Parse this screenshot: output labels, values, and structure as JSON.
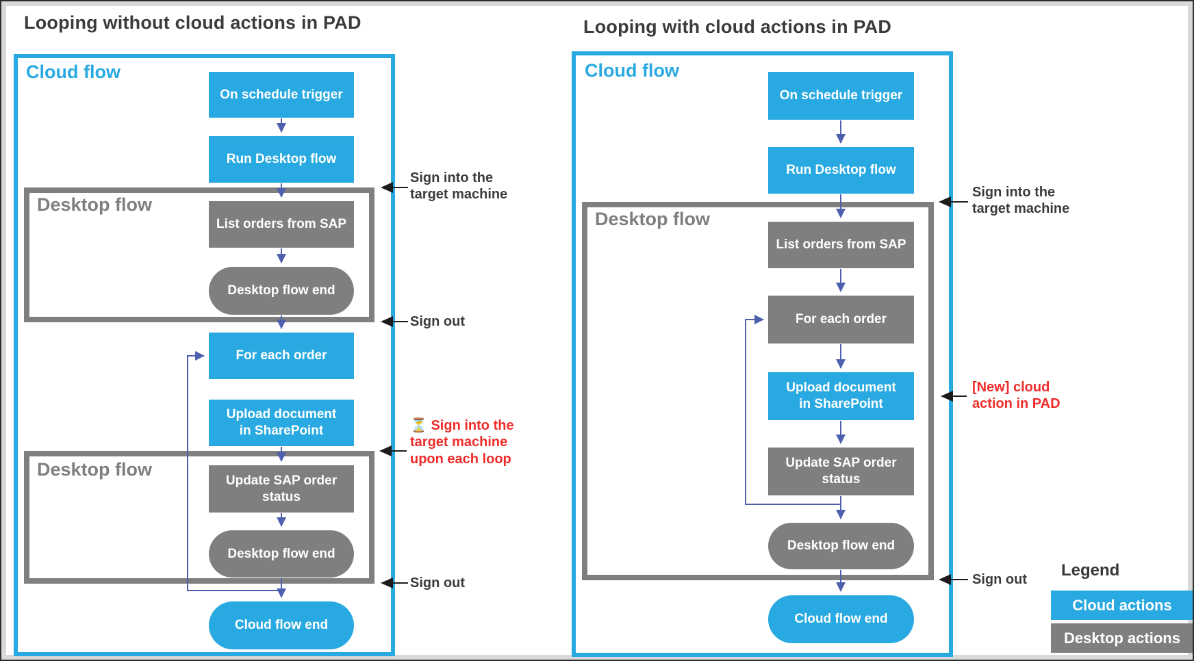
{
  "colors": {
    "cloud_blue": "#29a9e1",
    "desktop_gray": "#7f7f7f",
    "flow_arrow": "#4e5fae",
    "annotation_text": "#3b3b3b",
    "warning_red": "#ef2c2a"
  },
  "left": {
    "title": "Looping without cloud actions in PAD",
    "cloud_label": "Cloud flow",
    "desktop_label_top": "Desktop flow",
    "desktop_label_bottom": "Desktop flow",
    "nodes": {
      "on_schedule": "On schedule trigger",
      "run_desktop": "Run Desktop flow",
      "list_orders": "List orders from SAP",
      "desktop_end_1": "Desktop flow end",
      "for_each": "For each order",
      "upload_doc": "Upload document\nin SharePoint",
      "update_sap": "Update SAP order\nstatus",
      "desktop_end_2": "Desktop flow end",
      "cloud_end": "Cloud flow end"
    },
    "annotations": {
      "sign_in_top": "Sign into the\ntarget machine",
      "sign_out_top": "Sign out",
      "loop_warning_icon": "⏳",
      "loop_warning": "Sign into the\ntarget machine\nupon each loop",
      "sign_out_bottom": "Sign out"
    }
  },
  "right": {
    "title": "Looping with cloud actions in PAD",
    "cloud_label": "Cloud flow",
    "desktop_label": "Desktop flow",
    "nodes": {
      "on_schedule": "On schedule trigger",
      "run_desktop": "Run Desktop flow",
      "list_orders": "List orders from SAP",
      "for_each": "For each order",
      "upload_doc": "Upload document\nin SharePoint",
      "update_sap": "Update SAP order\nstatus",
      "desktop_end": "Desktop flow end",
      "cloud_end": "Cloud flow end"
    },
    "annotations": {
      "sign_in": "Sign into the\ntarget machine",
      "new_action": "[New] cloud\naction in PAD",
      "sign_out": "Sign out"
    }
  },
  "legend": {
    "title": "Legend",
    "items": [
      {
        "label": "Cloud actions",
        "color": "#29a9e1"
      },
      {
        "label": "Desktop actions",
        "color": "#7f7f7f"
      }
    ]
  }
}
